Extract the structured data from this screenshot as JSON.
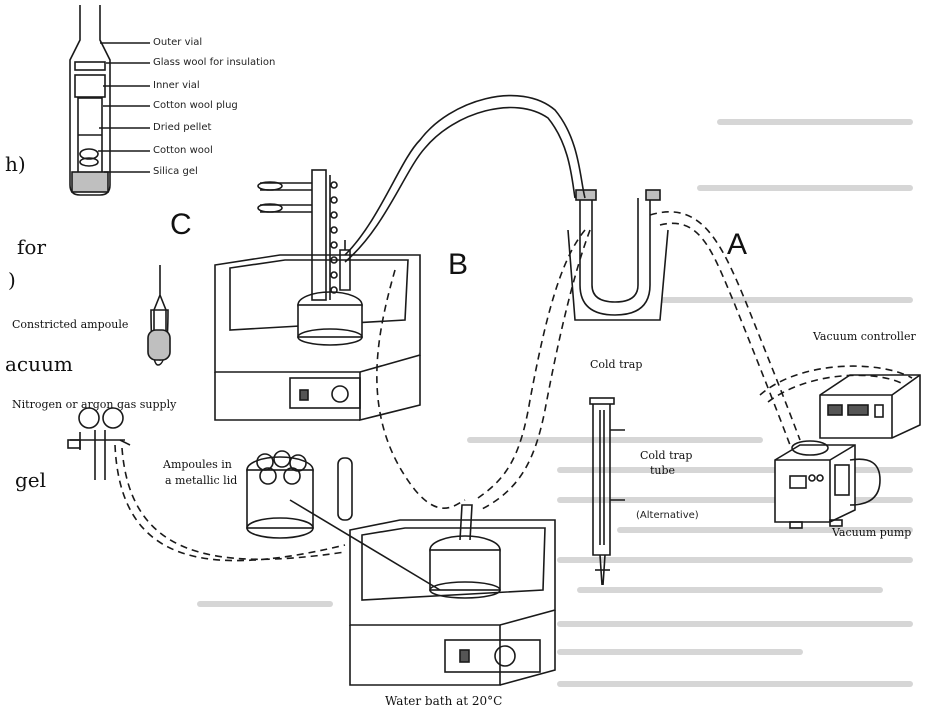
{
  "fragments": {
    "h": "h)",
    "for": "for",
    "paren": ")",
    "acuum": "acuum",
    "gel": "gel"
  },
  "sections": {
    "a": "A",
    "b": "B",
    "c": "C"
  },
  "vial_labels": [
    "Outer vial",
    "Glass wool for insulation",
    "Inner vial",
    "Cotton wool plug",
    "Dried pellet",
    "Cotton wool",
    "Silica gel"
  ],
  "labels": {
    "constricted_ampoule": "Constricted ampoule",
    "gas_supply": "Nitrogen or argon gas supply",
    "ampoules_lid_1": "Ampoules in",
    "ampoules_lid_2": "a metallic lid",
    "cold_trap": "Cold trap",
    "cold_trap_tube_1": "Cold trap",
    "cold_trap_tube_2": "tube",
    "alternative": "(Alternative)",
    "vacuum_controller": "Vacuum controller",
    "vacuum_pump": "Vacuum pump",
    "water_bath": "Water bath at 20°C"
  }
}
